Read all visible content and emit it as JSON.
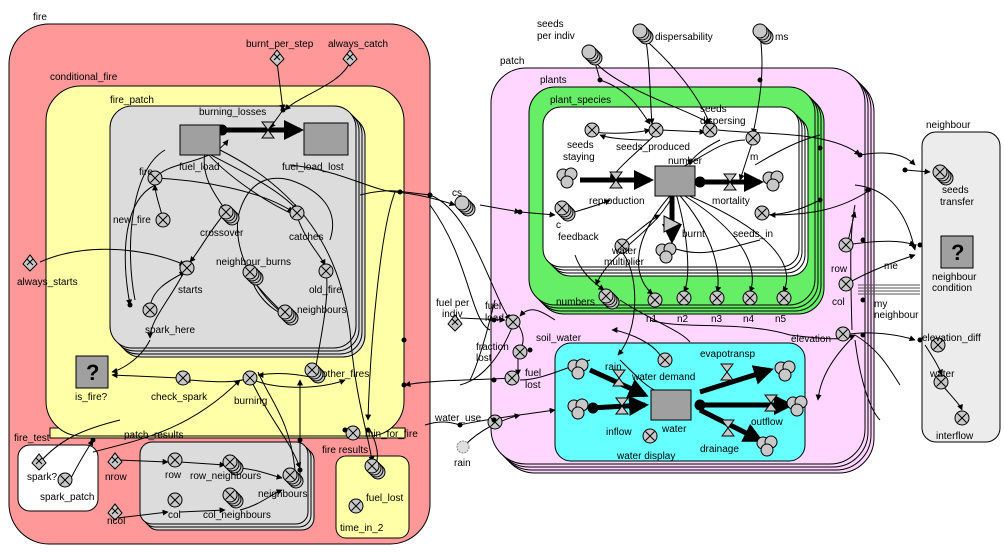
{
  "submodels": {
    "fire": "fire",
    "conditional_fire": "conditional_fire",
    "fire_patch": "fire_patch",
    "fire_test": "fire_test",
    "patch_results": "patch_results",
    "fire_results": "fire results",
    "patch": "patch",
    "plants": "plants",
    "plant_species": "plant_species",
    "soil_water": "soil_water",
    "neighbour": "neighbour"
  },
  "labels": {
    "burnt_per_step": "burnt_per_step",
    "always_catch": "always_catch",
    "burning_losses": "burning_losses",
    "fuel_load": "fuel_load",
    "fuel_load_lost": "fuel_load_lost",
    "fire": "fire",
    "new_fire": "new_fire",
    "crossover": "crossover",
    "catches": "catches",
    "always_starts": "always_starts",
    "starts": "starts",
    "neighbour_burns": "neighbour_burns",
    "old_fire": "old_fire",
    "neighbours_fp": "neighbours",
    "spark_here": "spark_here",
    "other_fires": "other_fires",
    "is_fire": "is_fire?",
    "check_spark": "check_spark",
    "burning": "burning",
    "min_for_fire": "min_for_fire",
    "spark_q": "spark?",
    "spark_patch": "spark_patch",
    "nrow": "nrow",
    "ncol": "ncol",
    "row": "row",
    "row_neighbours": "row_neighbours",
    "col": "col",
    "col_neighbours": "col_neighbours",
    "neighbours_pr": "neighbours",
    "fuel_lost_fr": "fuel_lost",
    "time_in_2": "time_in_2",
    "cs": "cs",
    "seeds_per_indiv_1": "seeds",
    "seeds_per_indiv_2": "per indiv",
    "dispersability": "dispersability",
    "ms": "ms",
    "seeds_staying_1": "seeds",
    "seeds_staying_2": "staying",
    "seeds_produced": "seeds_produced",
    "seeds_dispersing_1": "seeds",
    "seeds_dispersing_2": "dispersing",
    "number": "number",
    "m": "m",
    "reproduction": "reproduction",
    "mortality": "mortality",
    "c": "c",
    "feedback": "feedback",
    "burnt": "burnt",
    "seeds_in": "seeds_in",
    "water_multiplier_1": "water",
    "water_multiplier_2": "multiplier",
    "numbers": "numbers",
    "n1": "n1",
    "n2": "n2",
    "n3": "n3",
    "n4": "n4",
    "n5": "n5",
    "fuel_per_indiv_1": "fuel per",
    "fuel_per_indiv_2": "indiv",
    "fuel_load_p_1": "fuel",
    "fuel_load_p_2": "load",
    "fraction_lost_1": "fraction",
    "fraction_lost_2": "lost",
    "fuel_lost_p_1": "fuel",
    "fuel_lost_p_2": "lost",
    "water_use": "water_use",
    "rain_outer": "rain",
    "rain": "rain",
    "water_demand": "water demand",
    "evapotransp": "evapotransp",
    "inflow": "inflow",
    "water": "water",
    "outflow": "outflow",
    "drainage": "drainage",
    "water_display": "water display",
    "elevation": "elevation",
    "row_p": "row",
    "col_p": "col",
    "me": "me",
    "my_neighbour_1": "my",
    "my_neighbour_2": "neighbour",
    "seeds_transfer_1": "seeds",
    "seeds_transfer_2": "transfer",
    "neighbour_condition_1": "neighbour",
    "neighbour_condition_2": "condition",
    "elevation_diff": "elevation_diff",
    "water_n": "water",
    "interflow": "interflow"
  },
  "colors": {
    "fire": "#ff9999",
    "conditional_fire": "#ffffa8",
    "fire_patch": "#dcdcdc",
    "patch": "#ffd6ff",
    "plants": "#66ee66",
    "soil_water": "#66ffff",
    "neighbour": "#ececec"
  }
}
